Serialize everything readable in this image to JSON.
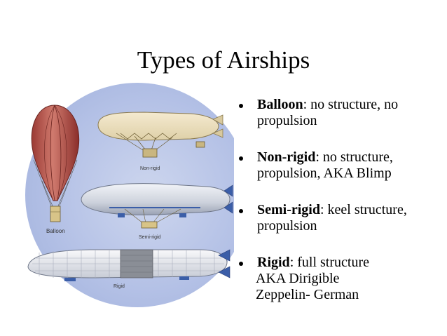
{
  "slide": {
    "title": "Types of Airships",
    "figure": {
      "labels": {
        "balloon": "Balloon",
        "nonrigid": "Non-rigid",
        "semirigid": "Semi-rigid",
        "rigid": "Rigid"
      }
    },
    "bullets": [
      {
        "term": "Balloon",
        "desc": ": no structure, no propulsion",
        "extra": []
      },
      {
        "term": "Non-rigid",
        "desc": ": no structure, propulsion, AKA Blimp",
        "extra": []
      },
      {
        "term": "Semi-rigid",
        "desc": ": keel structure, propulsion",
        "extra": []
      },
      {
        "term": "Rigid",
        "desc": ": full structure",
        "extra": [
          "AKA Dirigible",
          "Zeppelin- German"
        ]
      }
    ]
  }
}
